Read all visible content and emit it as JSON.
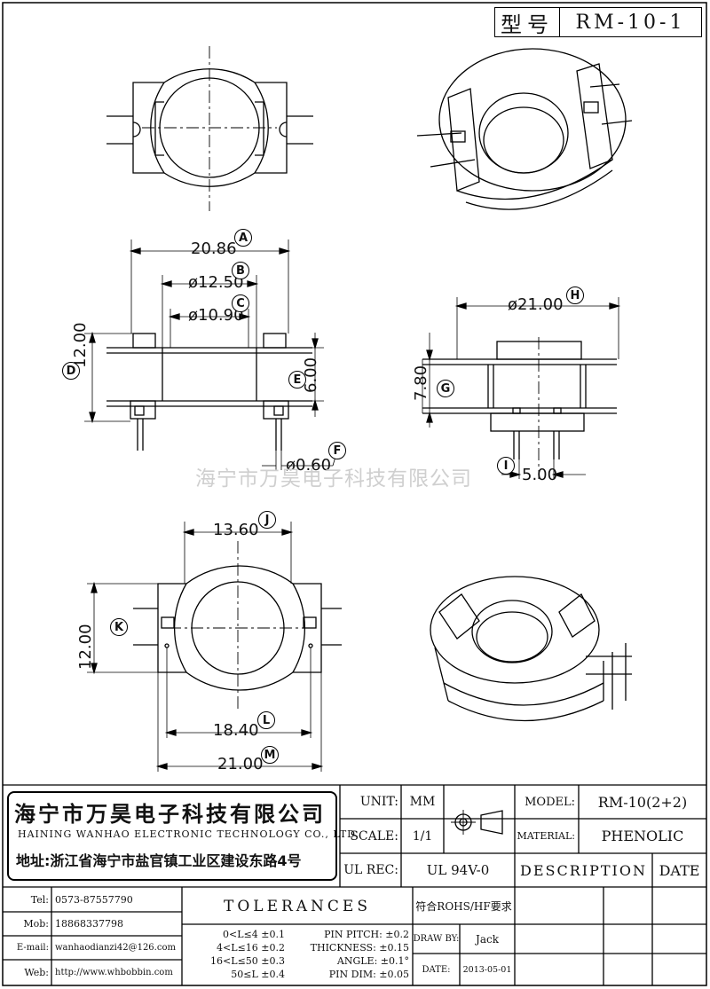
{
  "header": {
    "model_label": "型号",
    "model_value": "RM-10-1"
  },
  "dims": {
    "a": "20.86",
    "b": "ø12.50",
    "c": "ø10.90",
    "d_val": "12.00",
    "e_val": "6.00",
    "f_val": "ø0.60",
    "h": "ø21.00",
    "g_val": "7.80",
    "i_val": "5.00",
    "j": "13.60",
    "k_val": "12.00",
    "l": "18.40",
    "m": "21.00"
  },
  "callouts": [
    "A",
    "B",
    "C",
    "D",
    "E",
    "F",
    "G",
    "H",
    "I",
    "J",
    "K",
    "L",
    "M"
  ],
  "watermark": "海宁市万昊电子科技有限公司",
  "company": {
    "name_cn": "海宁市万昊电子科技有限公司",
    "name_en": "HAINING WANHAO ELECTRONIC TECHNOLOGY CO., LTD.",
    "address": "地址:浙江省海宁市盐官镇工业区建设东路4号"
  },
  "spec": {
    "unit_label": "UNIT:",
    "unit_value": "MM",
    "scale_label": "SCALE:",
    "scale_value": "1/1",
    "ulrec_label": "UL REC:",
    "ulrec_value": "UL 94V-0",
    "model_label": "MODEL:",
    "model_value": "RM-10(2+2)",
    "material_label": "MATERIAL:",
    "material_value": "PHENOLIC",
    "description_label": "DESCRIPTION",
    "date_label": "DATE"
  },
  "contact": [
    {
      "label": "Tel:",
      "value": "0573-87557790"
    },
    {
      "label": "Mob:",
      "value": "18868337798"
    },
    {
      "label": "E-mail:",
      "value": "wanhaodianzi42@126.com"
    },
    {
      "label": "Web:",
      "value": "http://www.whbobbin.com"
    }
  ],
  "tolerances": {
    "title": "TOLERANCES",
    "ranges": [
      "0<L≤4 ±0.1",
      "4<L≤16 ±0.2",
      "16<L≤50 ±0.3",
      "50≤L ±0.4"
    ],
    "pins": [
      "PIN PITCH: ±0.2",
      "THICKNESS: ±0.15",
      "ANGLE: ±0.1°",
      "PIN DIM: ±0.05"
    ]
  },
  "rohs": "符合ROHS/HF要求",
  "draw_by_label": "DRAW BY:",
  "draw_by_value": "Jack",
  "date_label": "DATE:",
  "date_value": "2013-05-01"
}
